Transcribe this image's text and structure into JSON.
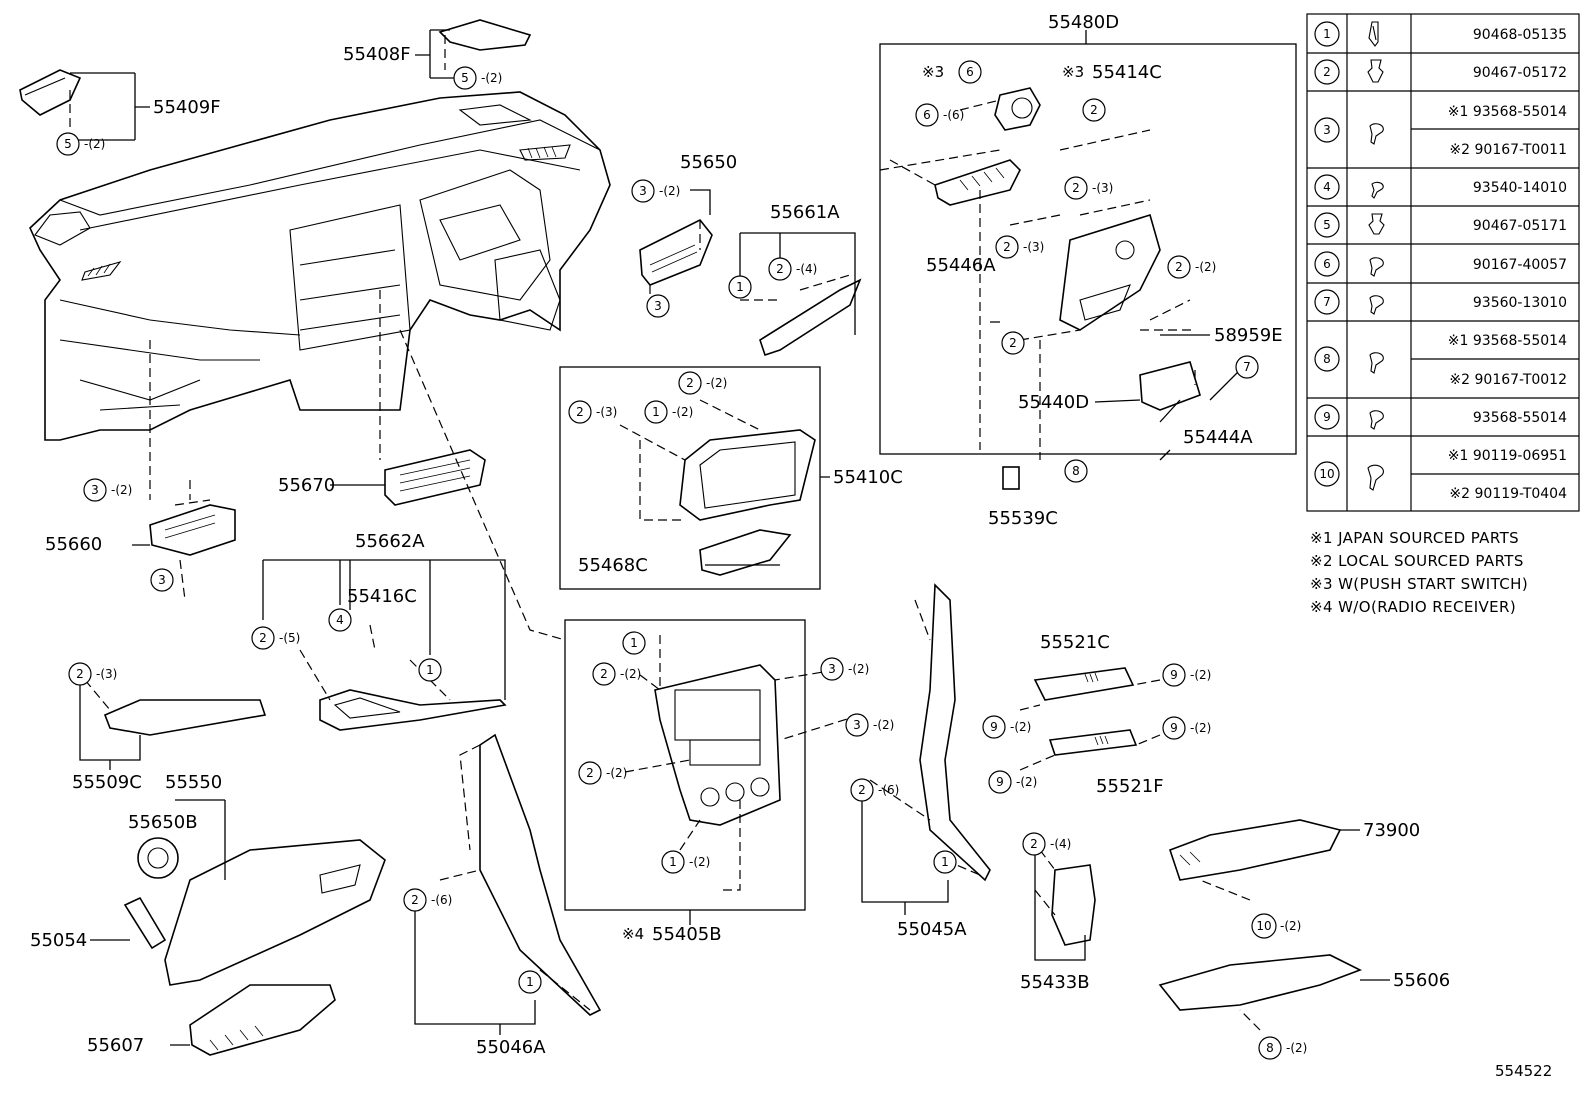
{
  "parts_table": [
    {
      "no": "1",
      "icon": "clip-icon",
      "numbers": [
        "90468-05135"
      ]
    },
    {
      "no": "2",
      "icon": "clip-icon",
      "numbers": [
        "90467-05172"
      ]
    },
    {
      "no": "3",
      "icon": "screw-icon",
      "numbers": [
        "※1 93568-55014",
        "※2 90167-T0011"
      ]
    },
    {
      "no": "4",
      "icon": "screw-icon",
      "numbers": [
        "93540-14010"
      ]
    },
    {
      "no": "5",
      "icon": "clip-icon",
      "numbers": [
        "90467-05171"
      ]
    },
    {
      "no": "6",
      "icon": "screw-icon",
      "numbers": [
        "90167-40057"
      ]
    },
    {
      "no": "7",
      "icon": "screw-icon",
      "numbers": [
        "93560-13010"
      ]
    },
    {
      "no": "8",
      "icon": "screw-icon",
      "numbers": [
        "※1 93568-55014",
        "※2 90167-T0012"
      ]
    },
    {
      "no": "9",
      "icon": "screw-icon",
      "numbers": [
        "93568-55014"
      ]
    },
    {
      "no": "10",
      "icon": "bolt-icon",
      "numbers": [
        "※1 90119-06951",
        "※2 90119-T0404"
      ]
    }
  ],
  "notes": [
    "※1 JAPAN SOURCED PARTS",
    "※2 LOCAL SOURCED PARTS",
    "※3 W(PUSH START SWITCH)",
    "※4 W/O(RADIO RECEIVER)"
  ],
  "part_numbers": {
    "p55480D": "55480D",
    "p55408F": "55408F",
    "p55409F": "55409F",
    "p55650": "55650",
    "p55661A": "55661A",
    "p55414C": "55414C",
    "p55446A": "55446A",
    "p58959E": "58959E",
    "p55440D": "55440D",
    "p55444A": "55444A",
    "p55539C": "55539C",
    "p55410C": "55410C",
    "p55468C": "55468C",
    "p55670": "55670",
    "p55660": "55660",
    "p55662A": "55662A",
    "p55416C": "55416C",
    "p55509C": "55509C",
    "p55550": "55550",
    "p55650B": "55650B",
    "p55054": "55054",
    "p55607": "55607",
    "p55046A": "55046A",
    "p55405B": "55405B",
    "p55045A": "55045A",
    "p55521C": "55521C",
    "p55521F": "55521F",
    "p55433B": "55433B",
    "p73900": "73900",
    "p55606": "55606"
  },
  "marks": {
    "note3": "※3",
    "note4": "※4"
  },
  "quantities": {
    "q2": "-(2)",
    "q3": "-(3)",
    "q4": "-(4)",
    "q5": "-(5)",
    "q6": "-(6)"
  },
  "diagram_ref": "554522"
}
